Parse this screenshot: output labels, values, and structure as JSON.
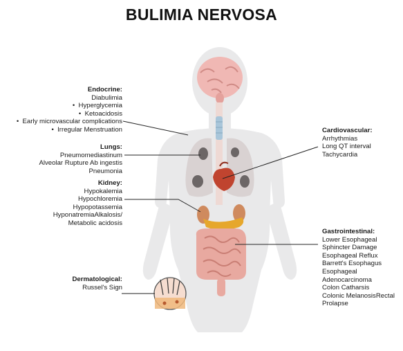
{
  "title": "BULIMIA NERVOSA",
  "endocrine": {
    "heading": "Endocrine:",
    "items": [
      "Diabulimia",
      "Hyperglycemia",
      "Ketoacidosis",
      "Early microvascular complications",
      "Irregular Menstruation"
    ]
  },
  "lungs": {
    "heading": "Lungs:",
    "items": [
      "Pneumomediastinum",
      "Alveolar Rupture Ab ingestis",
      "Pneumonia"
    ]
  },
  "kidney": {
    "heading": "Kidney:",
    "items": [
      "Hypokalemia",
      "Hypochloremia",
      "Hypopotassemia",
      "HyponatremiaAlkalosis/",
      "Metabolic acidosis"
    ]
  },
  "dermatological": {
    "heading": "Dermatological:",
    "items": [
      "Russel's Sign"
    ]
  },
  "cardiovascular": {
    "heading": "Cardiovascular:",
    "items": [
      "Arrhythmias",
      "Long QT interval",
      "Tachycardia"
    ]
  },
  "gastrointestinal": {
    "heading": "Gastrointestinal:",
    "items": [
      "Lower Esophageal",
      "Sphincter Damage",
      "Esophageal Reflux",
      "Barrett's Esophagus",
      "Esophageal",
      "Adenocarcinoma",
      "Colon Catharsis",
      "Colonic MelanosisRectal",
      "Prolapse"
    ]
  },
  "colors": {
    "body": "#e9e9ea",
    "brain": "#f0b8b4",
    "esophagus": "#a9c6da",
    "lung": "#d9d2d2",
    "lung_spot": "#6c6666",
    "heart": "#c0442f",
    "kidney": "#cf8a5e",
    "pancreas": "#e6a72c",
    "intestine": "#e8a9a0",
    "leader_line": "#222222"
  }
}
